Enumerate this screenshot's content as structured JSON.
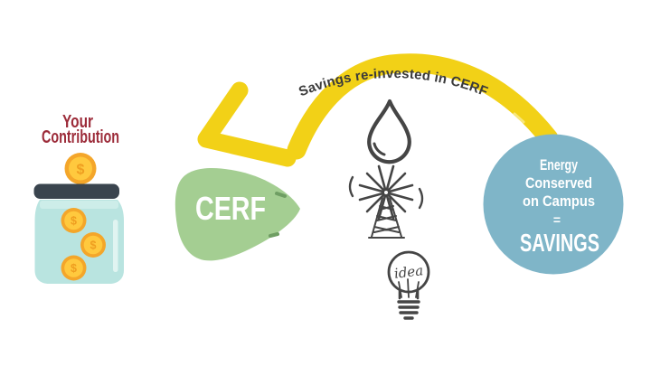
{
  "colors": {
    "yellow": "#F2D117",
    "yellow_crease": "#F8E77C",
    "red_text": "#9C2B39",
    "green_blob": "#A4CE92",
    "blob_texture": "#6F9E63",
    "blue_circle": "#7FB5C8",
    "jar_body": "#B9E4E0",
    "jar_band": "#CDEDE9",
    "jar_highlight": "#E0F4F1",
    "jar_lid": "#3A444E",
    "coin_ring": "#F4A62A",
    "coin_face": "#FFC93E",
    "coin_symbol": "#EF9E20",
    "icon_stroke": "#454545",
    "arrow_label": "#3A3A3A",
    "white": "#FFFFFF"
  },
  "contribution": {
    "line1": "Your",
    "line2": "Contribution",
    "coin_symbol": "$"
  },
  "cerf_blob": {
    "label": "CERF"
  },
  "reinvest_arrow": {
    "label": "Savings re-invested in CERF"
  },
  "icons": {
    "droplet": "water-droplet",
    "windmill": "wind-turbine",
    "bulb": "idea-lightbulb",
    "bulb_text": "idea"
  },
  "savings_circle": {
    "line1": "Energy",
    "line2": "Conserved",
    "line3": "on Campus",
    "equals": "=",
    "result": "SAVINGS"
  }
}
